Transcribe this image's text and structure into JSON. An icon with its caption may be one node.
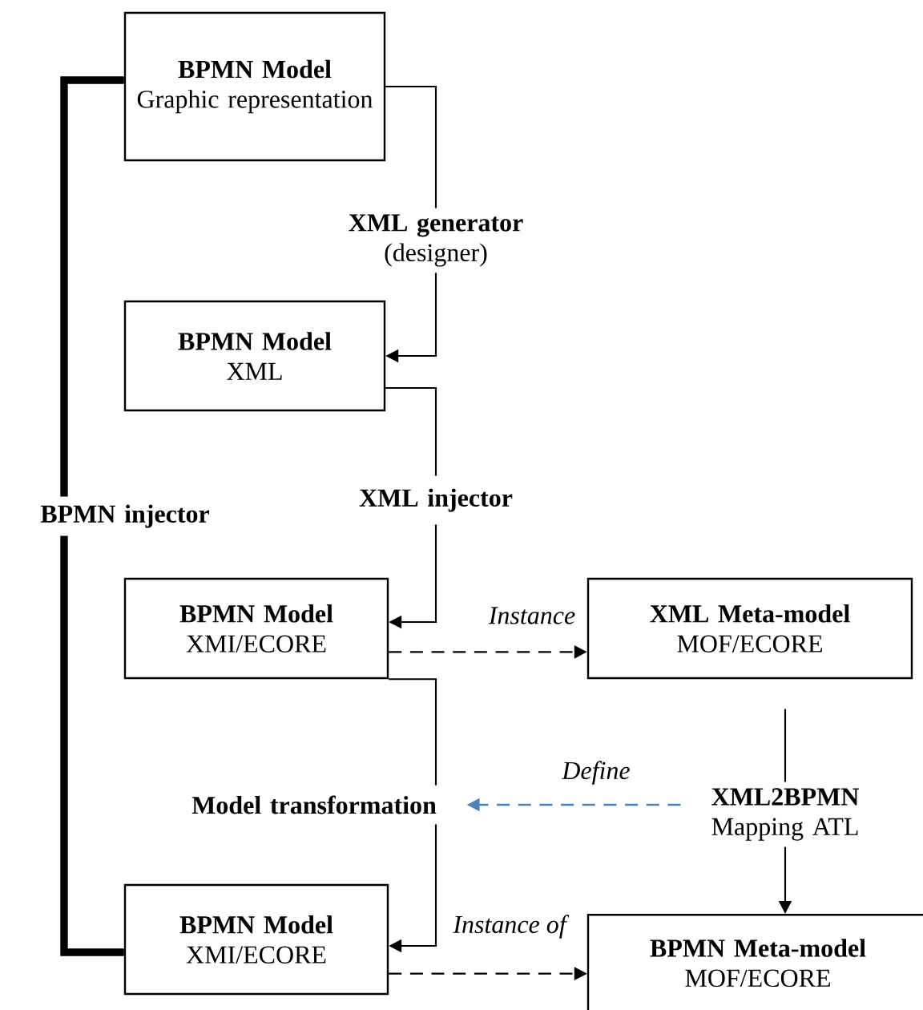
{
  "diagram": {
    "nodes": [
      {
        "text": [
          "BPMN Model",
          "Graphic representation"
        ]
      },
      {
        "text": [
          "XML generator",
          "(designer)"
        ]
      },
      {
        "text": [
          "BPMN Model",
          "XML"
        ]
      },
      {
        "text": [
          "XML injector"
        ]
      },
      {
        "text": [
          "BPMN Model",
          "XMI/ECORE"
        ]
      },
      {
        "text": [
          "XML Meta-model",
          "MOF/ECORE"
        ]
      },
      {
        "text": [
          "Model transformation"
        ]
      },
      {
        "text": [
          "XML2BPMN",
          "Mapping ATL"
        ]
      },
      {
        "text": [
          "BPMN Model",
          "XMI/ECORE"
        ]
      },
      {
        "text": [
          "BPMN Meta-model",
          "MOF/ECORE"
        ]
      },
      {
        "text": [
          "BPMN injector"
        ]
      }
    ],
    "edges": [
      {
        "from": 0,
        "to": 1,
        "arrow": "none"
      },
      {
        "from": 1,
        "to": 2,
        "arrow": "to"
      },
      {
        "from": 2,
        "to": 3,
        "arrow": "none"
      },
      {
        "from": 3,
        "to": 4,
        "arrow": "to"
      },
      {
        "from": 4,
        "to": 5,
        "arrow": "to",
        "style": "dashed",
        "label": "Instance"
      },
      {
        "from": 4,
        "to": 6,
        "arrow": "none"
      },
      {
        "from": 6,
        "to": 8,
        "arrow": "to"
      },
      {
        "from": 7,
        "to": 6,
        "arrow": "to",
        "style": "dashed",
        "color": "#4f81bd",
        "label": "Define"
      },
      {
        "from": 5,
        "to": 7,
        "arrow": "none"
      },
      {
        "from": 7,
        "to": 9,
        "arrow": "to"
      },
      {
        "from": 8,
        "to": 9,
        "arrow": "to",
        "style": "dashed",
        "label": "Instance of"
      },
      {
        "from": 0,
        "to": 10,
        "arrow": "none",
        "style": "thick"
      },
      {
        "from": 10,
        "to": 8,
        "arrow": "none",
        "style": "thick"
      }
    ]
  }
}
